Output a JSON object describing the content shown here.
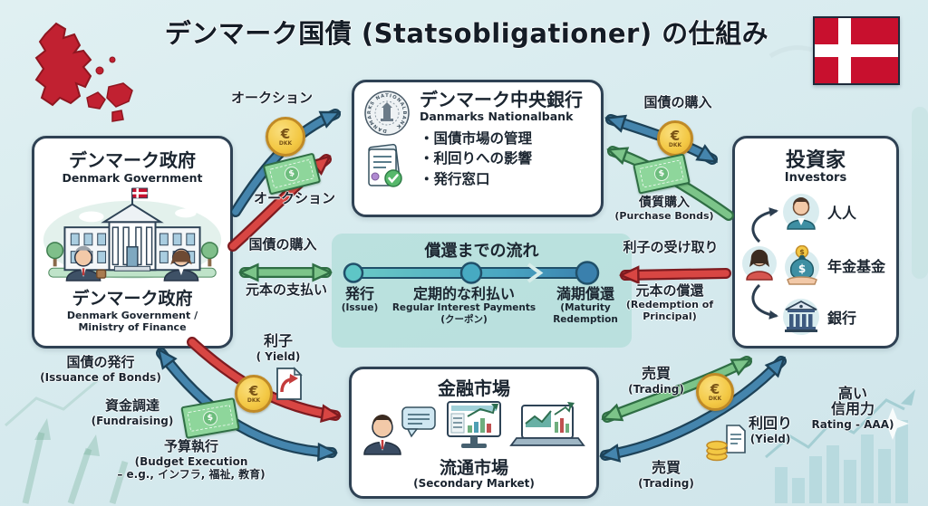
{
  "title": "デンマーク国債 (Statsobligationer) の仕組み",
  "government_box": {
    "title_ja": "デンマーク政府",
    "title_en": "Denmark Government",
    "footer_ja": "デンマーク政府",
    "footer_en_line1": "Denmark Government /",
    "footer_en_line2": "Ministry of Finance"
  },
  "central_bank_box": {
    "title_ja": "デンマーク中央銀行",
    "title_en": "Danmarks Nationalbank",
    "seal_text": "DANMARKS NATIONALBANK",
    "bullets": [
      "・国債市場の管理",
      "・利回りへの影響",
      "・発行窓口"
    ]
  },
  "investors_box": {
    "title_ja": "投資家",
    "title_en": "Investors",
    "items": [
      {
        "label": "人人",
        "icon": "individual-person-icon"
      },
      {
        "label": "年金基金",
        "icon": "pension-fund-icon"
      },
      {
        "label": "銀行",
        "icon": "bank-icon"
      }
    ]
  },
  "timeline_panel": {
    "title": "償還までの流れ",
    "steps": [
      {
        "ja": "発行",
        "en1": "(Issue)",
        "en2": ""
      },
      {
        "ja": "定期的な利払い",
        "en1": "Regular Interest Payments",
        "en2": "(クーポン)"
      },
      {
        "ja": "満期償還",
        "en1": "(Maturity",
        "en2": "Redemption"
      }
    ]
  },
  "market_box": {
    "title_ja": "金融市場",
    "sub_ja": "流通市場",
    "sub_en": "(Secondary Market)",
    "icons": [
      "trader-icon",
      "speech-bubble-icon",
      "monitor-chart-icon",
      "laptop-chart-icon"
    ]
  },
  "flow_labels": {
    "auction_top": "オークション",
    "auction_bottom": "オークション",
    "cb_bond_purchase": "国債の購入",
    "cb_purchase_bonds_ja": "債質購入",
    "cb_purchase_bonds_en": "(Purchase Bonds)",
    "gov_bond_purchase": "国債の購入",
    "gov_principal_payment": "元本の支払い",
    "interest_receipt": "利子の受け取り",
    "principal_redemption_ja": "元本の償還",
    "principal_redemption_en1": "(Redemption of",
    "principal_redemption_en2": "Principal)",
    "interest_ja": "利子",
    "interest_en": "( Yield)",
    "issuance_ja": "国債の発行",
    "issuance_en": "(Issuance of Bonds)",
    "fundraising_ja": "資金調達",
    "fundraising_en": "(Fundraising)",
    "budget_ja": "予算執行",
    "budget_en1": "(Budget Execution",
    "budget_en2": "– e.g., インフラ, 福祉, 教育)",
    "trading_upper_ja": "売買",
    "trading_upper_en": "(Trading)",
    "trading_lower_ja": "売買",
    "trading_lower_en": "(Trading)",
    "secondary_yield_ja": "利回り",
    "secondary_yield_en": "(Yield)",
    "rating_ja1": "高い",
    "rating_ja2": "信用力",
    "rating_en": "Rating - AAA)"
  },
  "coin": {
    "symbol": "€",
    "code": "DKK"
  },
  "note": {
    "symbol": "$"
  },
  "colors": {
    "background": "#d9ecee",
    "box_border": "#2f4254",
    "arrow_blue": "#4585ad",
    "arrow_red": "#d84643",
    "arrow_green": "#7cc489",
    "flag_red": "#c8102e",
    "coin_gold": "#f3c844"
  }
}
